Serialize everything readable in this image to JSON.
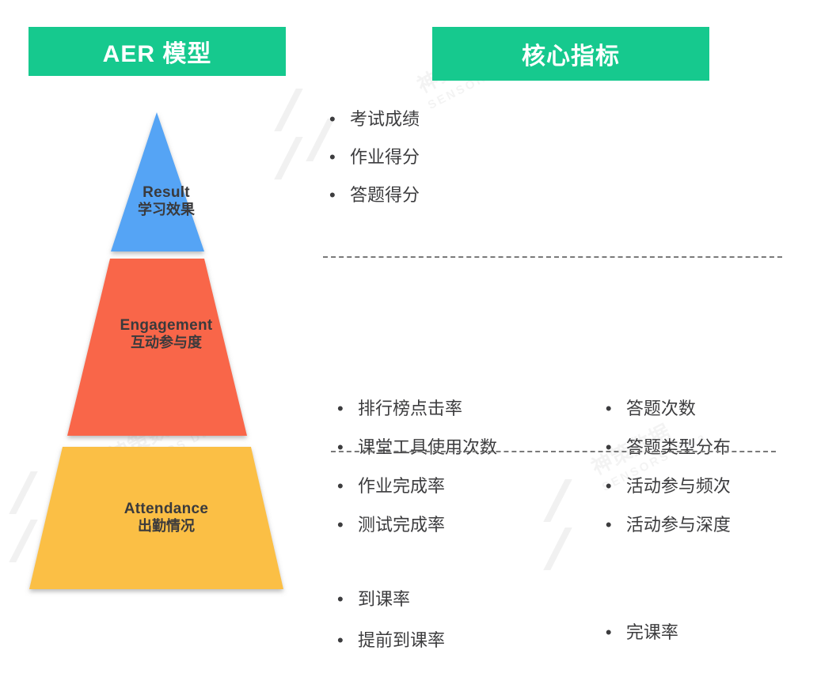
{
  "banners": {
    "left": "AER 模型",
    "right": "核心指标",
    "color": "#16c98e"
  },
  "pyramid": {
    "tiers": [
      {
        "key": "result",
        "en": "Result",
        "cn": "学习效果",
        "color": "#54a4f5"
      },
      {
        "key": "engagement",
        "en": "Engagement",
        "cn": "互动参与度",
        "color": "#f96648"
      },
      {
        "key": "attendance",
        "en": "Attendance",
        "cn": "出勤情况",
        "color": "#fbbf45"
      }
    ]
  },
  "metrics": {
    "bullet_glyph": "•",
    "groups": [
      {
        "key": "result-metrics",
        "left_column": [
          "考试成绩",
          "作业得分",
          "答题得分"
        ],
        "right_column": []
      },
      {
        "key": "engagement-metrics",
        "left_column": [
          "排行榜点击率",
          "课堂工具使用次数",
          "作业完成率",
          "测试完成率"
        ],
        "right_column": [
          "答题次数",
          "答题类型分布",
          "活动参与频次",
          "活动参与深度"
        ]
      },
      {
        "key": "attendance-metrics",
        "left_column": [
          "到课率",
          "提前到课率"
        ],
        "right_column": [
          "完课率"
        ]
      }
    ]
  },
  "watermark": {
    "brand_cn": "神策数据",
    "brand_en": "SENSORS Data"
  }
}
